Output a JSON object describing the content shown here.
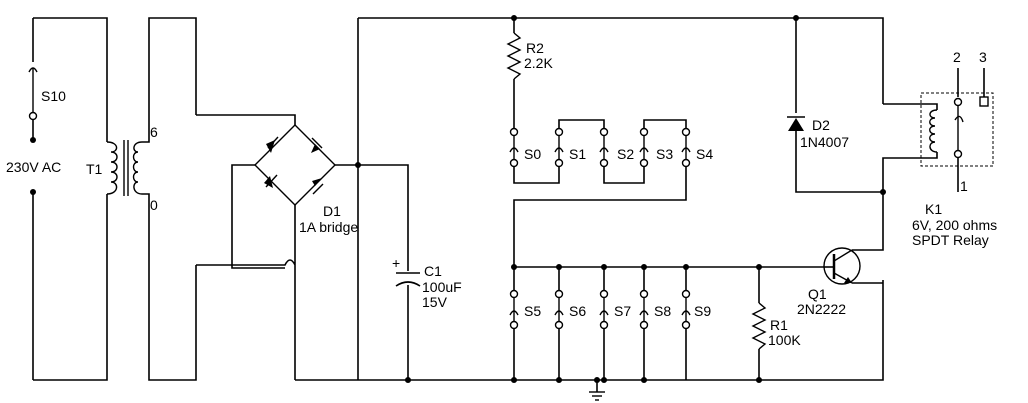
{
  "components": {
    "mains": {
      "switch": "S10",
      "source": "230V AC"
    },
    "transformer": {
      "ref": "T1",
      "tap_top": "6",
      "tap_bottom": "0"
    },
    "bridge": {
      "ref": "D1",
      "value": "1A bridge"
    },
    "capacitor": {
      "ref": "C1",
      "value": "100uF",
      "voltage": "15V",
      "polarity": "+"
    },
    "resistor_r2": {
      "ref": "R2",
      "value": "2.2K"
    },
    "resistor_r1": {
      "ref": "R1",
      "value": "100K"
    },
    "diode_d2": {
      "ref": "D2",
      "value": "1N4007"
    },
    "transistor": {
      "ref": "Q1",
      "value": "2N2222"
    },
    "relay": {
      "ref": "K1",
      "spec": "6V, 200 ohms",
      "type": "SPDT Relay",
      "pin1": "1",
      "pin2": "2",
      "pin3": "3"
    }
  },
  "code_switches": [
    "S0",
    "S1",
    "S2",
    "S3",
    "S4"
  ],
  "lower_switches": [
    "S5",
    "S6",
    "S7",
    "S8",
    "S9"
  ]
}
